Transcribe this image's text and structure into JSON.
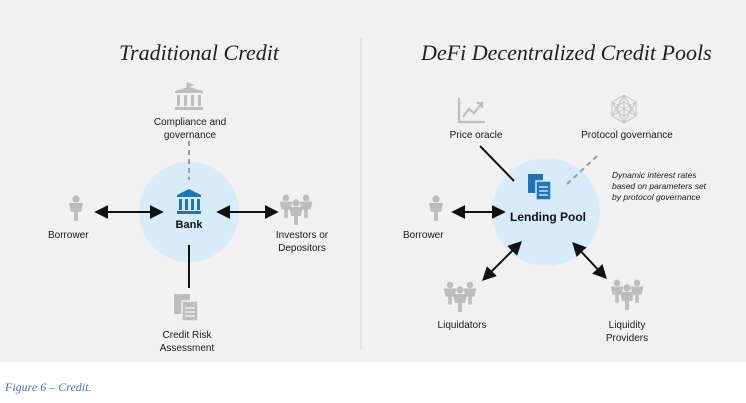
{
  "left": {
    "title": "Traditional Credit",
    "center_label": "Bank",
    "top_label": "Compliance and governance",
    "left_label": "Borrower",
    "right_label": "Investors or Depositors",
    "bottom_label": "Credit Risk Assessment"
  },
  "right": {
    "title": "DeFi Decentralized Credit Pools",
    "center_label": "Lending Pool",
    "price_oracle": "Price oracle",
    "protocol_governance": "Protocol governance",
    "note": "Dynamic interest rates based on parameters set by protocol governance",
    "borrower": "Borrower",
    "liquidators": "Liquidators",
    "liquidity_providers": "Liquidity Providers"
  },
  "caption": "Figure 6 – Credit.",
  "colors": {
    "circle": "#d7ebf8",
    "icon_blue": "#1f74b9",
    "icon_gray": "#bdbdbd",
    "panel_bg": "#f1f1f1",
    "caption": "#4a73b8"
  },
  "icons": [
    "bank-icon",
    "person-icon",
    "group-icon",
    "documents-icon",
    "chart-trend-icon",
    "hexagon-network-icon"
  ]
}
